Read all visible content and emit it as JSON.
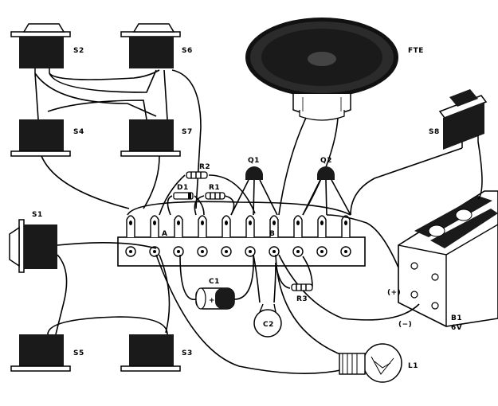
{
  "labels": {
    "s1": "S1",
    "s2": "S2",
    "s3": "S3",
    "s4": "S4",
    "s5": "S5",
    "s6": "S6",
    "s7": "S7",
    "s8": "S8",
    "fte": "FTE",
    "q1": "Q1",
    "q2": "Q2",
    "r1": "R1",
    "r2": "R2",
    "r3": "R3",
    "d1": "D1",
    "c1": "C1",
    "c2": "C2",
    "c1_plus": "+",
    "l1": "L1",
    "b1": "B1",
    "b1_voltage": "6V",
    "plus": "(+)",
    "minus": "(−)",
    "node_a": "A",
    "node_b": "B"
  },
  "colors": {
    "ink": "#000000",
    "paper": "#ffffff"
  }
}
